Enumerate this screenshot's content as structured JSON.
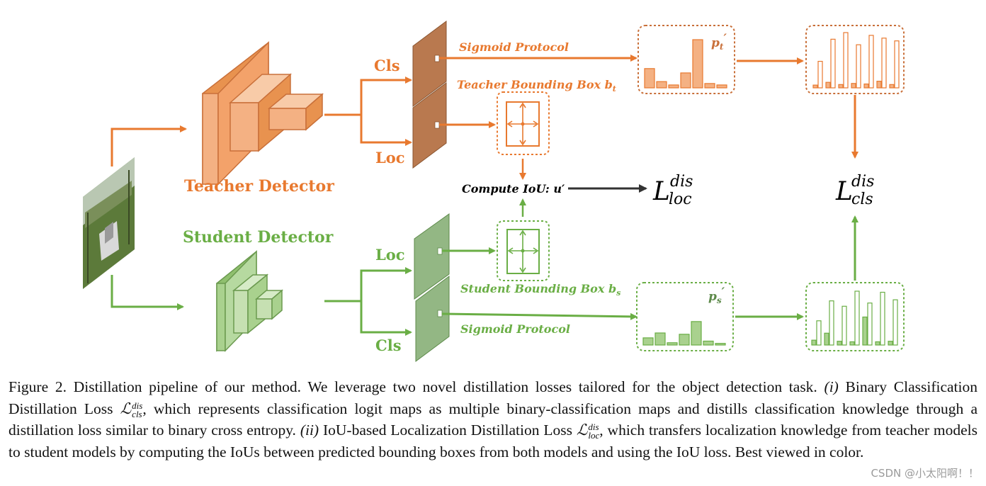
{
  "colors": {
    "teacher": "#e8792f",
    "teacher_fill": "#f4b183",
    "teacher_dark": "#c9703a",
    "student": "#6aae45",
    "student_fill": "#a9d18e",
    "student_dark": "#7fae62",
    "arrow_dark": "#333333"
  },
  "figure": {
    "teacher_label": "Teacher Detector",
    "student_label": "Student Detector",
    "teacher_cls": "Cls",
    "teacher_loc": "Loc",
    "student_loc": "Loc",
    "student_cls": "Cls",
    "teacher_sigmoid": "Sigmoid Protocol",
    "student_sigmoid": "Sigmoid Protocol",
    "teacher_bbox": "Teacher Bounding Box b",
    "teacher_bbox_sub": "t",
    "student_bbox": "Student Bounding Box b",
    "student_bbox_sub": "s",
    "compute_iou": "Compute IoU: u′",
    "pt_label": "p",
    "pt_sub": "t",
    "pt_prime": "′",
    "ps_label": "p",
    "ps_sub": "s",
    "ps_prime": "′",
    "loss_loc_main": "L",
    "loss_loc_sup": "dis",
    "loss_loc_sub": "loc",
    "loss_cls_main": "L",
    "loss_cls_sup": "dis",
    "loss_cls_sub": "cls",
    "input_image_icon": "photo-park-bench-icon",
    "teacher_hist": [
      0.4,
      0.13,
      0.06,
      0.31,
      1.0,
      0.09,
      0.06
    ],
    "student_hist": [
      0.22,
      0.37,
      0.07,
      0.33,
      0.72,
      0.12,
      0.05
    ],
    "teacher_binary": [
      [
        0.48,
        0.05
      ],
      [
        0.88,
        0.1
      ],
      [
        1.0,
        0.06
      ],
      [
        0.78,
        0.08
      ],
      [
        0.95,
        0.07
      ],
      [
        0.9,
        0.12
      ],
      [
        0.85,
        0.06
      ]
    ],
    "student_binary": [
      [
        0.45,
        0.09
      ],
      [
        0.82,
        0.22
      ],
      [
        0.72,
        0.07
      ],
      [
        1.0,
        0.06
      ],
      [
        0.78,
        0.52
      ],
      [
        0.98,
        0.06
      ],
      [
        0.84,
        0.07
      ]
    ]
  },
  "caption": {
    "fig_label": "Figure 2.",
    "p1": " Distillation pipeline of our method.  We leverage two novel distillation losses tailored for the object detection task. ",
    "i": "(i)",
    "p2": " Binary Classification Distillation Loss ",
    "cls_L": "ℒ",
    "cls_sup": "dis",
    "cls_sub": "cls",
    "p3": ", which represents classification logit maps as multiple binary-classification maps and distills classification knowledge through a distillation loss similar to binary cross entropy. ",
    "ii": "(ii)",
    "p4": " IoU-based Localization Distillation Loss ",
    "loc_L": "ℒ",
    "loc_sup": "dis",
    "loc_sub": "loc",
    "p5": ", which transfers localization knowledge from teacher models to student models by computing the IoUs between predicted bounding boxes from both models and using the IoU loss. Best viewed in color."
  },
  "watermark": "CSDN @小太阳啊！！"
}
